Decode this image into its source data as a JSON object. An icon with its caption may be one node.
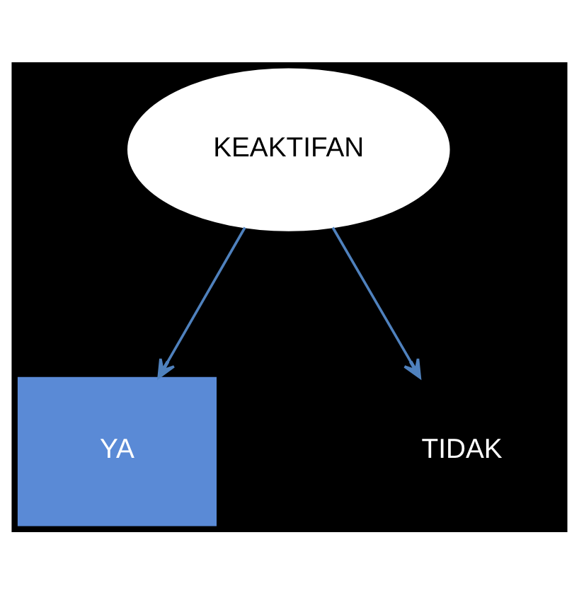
{
  "diagram": {
    "nodes": [
      {
        "text": [
          "KEAKTIFAN"
        ]
      },
      {
        "text": [
          "YA"
        ]
      },
      {
        "text": [
          "TIDAK"
        ]
      }
    ],
    "edges": [
      {
        "from": 0,
        "to": 1,
        "arrow": "to"
      },
      {
        "from": 0,
        "to": 2,
        "arrow": "to"
      }
    ]
  }
}
